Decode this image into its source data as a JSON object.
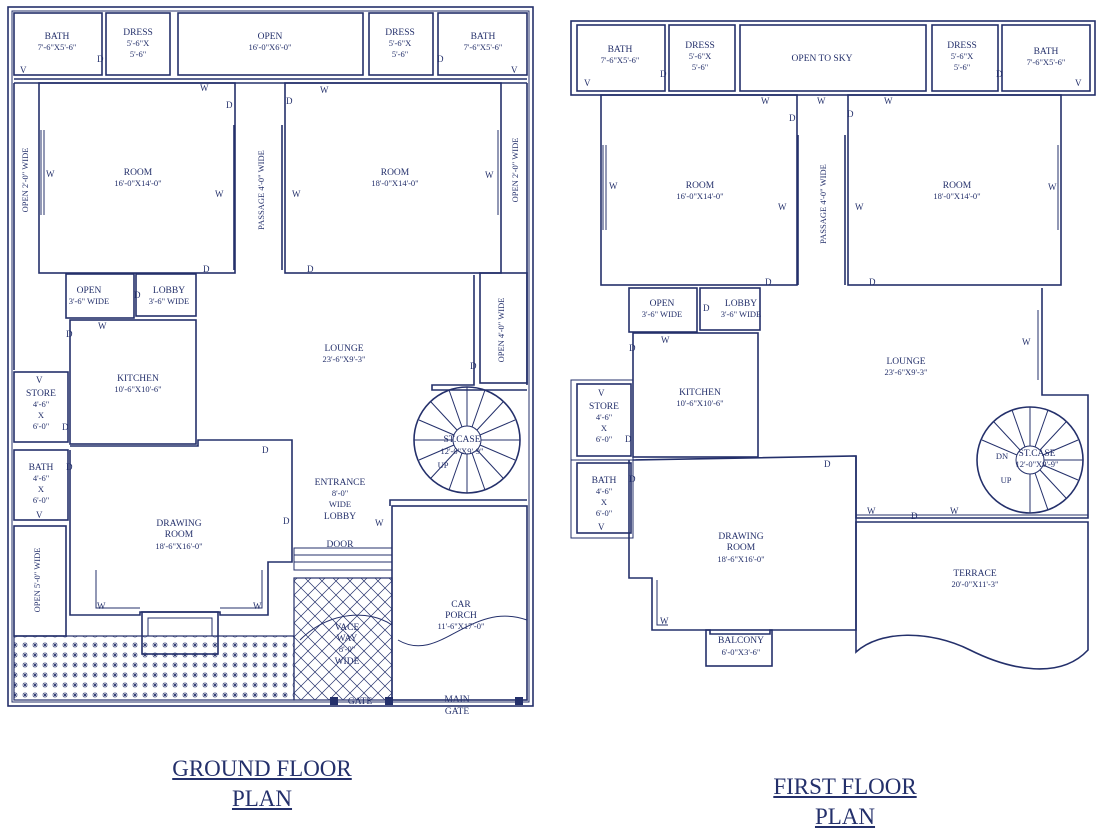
{
  "colors": {
    "ink": "#24306b",
    "paper": "#ffffff"
  },
  "ground": {
    "title_line1": "GROUND FLOOR",
    "title_line2": "PLAN",
    "bath_l": {
      "name": "BATH",
      "size": "7'-6\"X5'-6\""
    },
    "dress_l": {
      "name": "DRESS",
      "size1": "5'-6\"X",
      "size2": "5'-6\""
    },
    "open_top": {
      "name": "OPEN",
      "size": "16'-0\"X6'-0\""
    },
    "dress_r": {
      "name": "DRESS",
      "size1": "5'-6\"X",
      "size2": "5'-6\""
    },
    "bath_r": {
      "name": "BATH",
      "size": "7'-6\"X5'-6\""
    },
    "room_l": {
      "name": "ROOM",
      "size": "16'-0\"X14'-0\""
    },
    "room_r": {
      "name": "ROOM",
      "size": "18'-0\"X14'-0\""
    },
    "open_side_l": "OPEN 2'-0\" WIDE",
    "open_side_r": "OPEN 2'-0\" WIDE",
    "passage": "PASSAGE 4'-0\" WIDE",
    "open_36": {
      "name": "OPEN",
      "size": "3'-6\" WIDE"
    },
    "lobby": {
      "name": "LOBBY",
      "size": "3'-6\" WIDE"
    },
    "lounge": {
      "name": "LOUNGE",
      "size": "23'-6\"X9'-3\""
    },
    "open_4": "OPEN 4'-0\" WIDE",
    "kitchen": {
      "name": "KITCHEN",
      "size": "10'-6\"X10'-6\""
    },
    "store": {
      "name": "STORE",
      "l1": "4'-6\"",
      "l2": "X",
      "l3": "6'-0\""
    },
    "stcase": {
      "name": "ST.CASE",
      "size": "12'-0\"X9'-9\"",
      "up": "UP"
    },
    "bath_s": {
      "name": "BATH",
      "l1": "4'-6\"",
      "l2": "X",
      "l3": "6'-0\""
    },
    "entrance": {
      "l1": "ENTRANCE",
      "l2": "8'-0\"",
      "l3": "WIDE",
      "l4": "LOBBY"
    },
    "drawing": {
      "l1": "DRAWING",
      "l2": "ROOM",
      "size": "18'-6\"X16'-0\""
    },
    "door": "DOOR",
    "open_5": "OPEN 5'-0\" WIDE",
    "carporch": {
      "l1": "CAR",
      "l2": "PORCH",
      "size": "11'-6\"X17'-0\""
    },
    "vaceway": {
      "l1": "VACE",
      "l2": "WAY",
      "l3": "8'-0\"",
      "l4": "WIDE"
    },
    "gate": "GATE",
    "main_gate": {
      "l1": "MAIN",
      "l2": "GATE"
    }
  },
  "first": {
    "title_line1": "FIRST FLOOR",
    "title_line2": "PLAN",
    "bath_l": {
      "name": "BATH",
      "size": "7'-6\"X5'-6\""
    },
    "dress_l": {
      "name": "DRESS",
      "size1": "5'-6\"X",
      "size2": "5'-6\""
    },
    "open_sky": "OPEN TO SKY",
    "dress_r": {
      "name": "DRESS",
      "size1": "5'-6\"X",
      "size2": "5'-6\""
    },
    "bath_r": {
      "name": "BATH",
      "size": "7'-6\"X5'-6\""
    },
    "room_l": {
      "name": "ROOM",
      "size": "16'-0\"X14'-0\""
    },
    "room_r": {
      "name": "ROOM",
      "size": "18'-0\"X14'-0\""
    },
    "passage": "PASSAGE 4'-0\" WIDE",
    "open_36": {
      "name": "OPEN",
      "size": "3'-6\" WIDE"
    },
    "lobby": {
      "name": "LOBBY",
      "size": "3'-6\" WIDE"
    },
    "lounge": {
      "name": "LOUNGE",
      "size": "23'-6\"X9'-3\""
    },
    "kitchen": {
      "name": "KITCHEN",
      "size": "10'-6\"X10'-6\""
    },
    "store": {
      "name": "STORE",
      "l1": "4'-6\"",
      "l2": "X",
      "l3": "6'-0\""
    },
    "stcase": {
      "name": "ST.CASE",
      "size": "12'-0\"X9'-9\"",
      "up": "UP",
      "dn": "DN"
    },
    "bath_s": {
      "name": "BATH",
      "l1": "4'-6\"",
      "l2": "X",
      "l3": "6'-0\""
    },
    "drawing": {
      "l1": "DRAWING",
      "l2": "ROOM",
      "size": "18'-6\"X16'-0\""
    },
    "terrace": {
      "name": "TERRACE",
      "size": "20'-0\"X11'-3\""
    },
    "balcony": {
      "name": "BALCONY",
      "size": "6'-0\"X3'-6\""
    }
  },
  "marks": {
    "door": "D",
    "window": "W",
    "vent": "V"
  }
}
